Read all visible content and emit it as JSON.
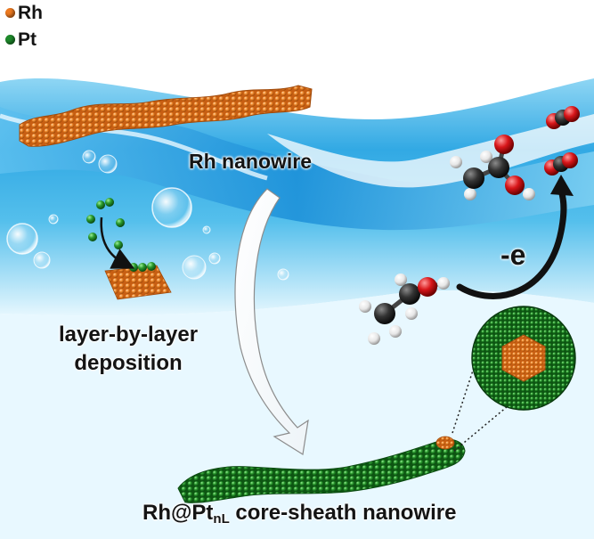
{
  "legend": {
    "items": [
      {
        "label": "Rh",
        "color": "#ee7a1f"
      },
      {
        "label": "Pt",
        "color": "#1e8a2b"
      }
    ]
  },
  "labels": {
    "rh_nanowire": "Rh nanowire",
    "deposition_line1": "layer-by-layer",
    "deposition_line2": "deposition",
    "electron": "-e",
    "product_prefix": "Rh@Pt",
    "product_subscript": "nL",
    "product_suffix": " core-sheath nanowire"
  },
  "colors": {
    "rh_atom": "#ee7a1f",
    "pt_atom": "#1e8a2b",
    "water_deep": "#1c8fd6",
    "water_light": "#bfe9fb",
    "carbon": "#2a2a2a",
    "oxygen": "#d8161a",
    "hydrogen": "#f2f2f2"
  }
}
